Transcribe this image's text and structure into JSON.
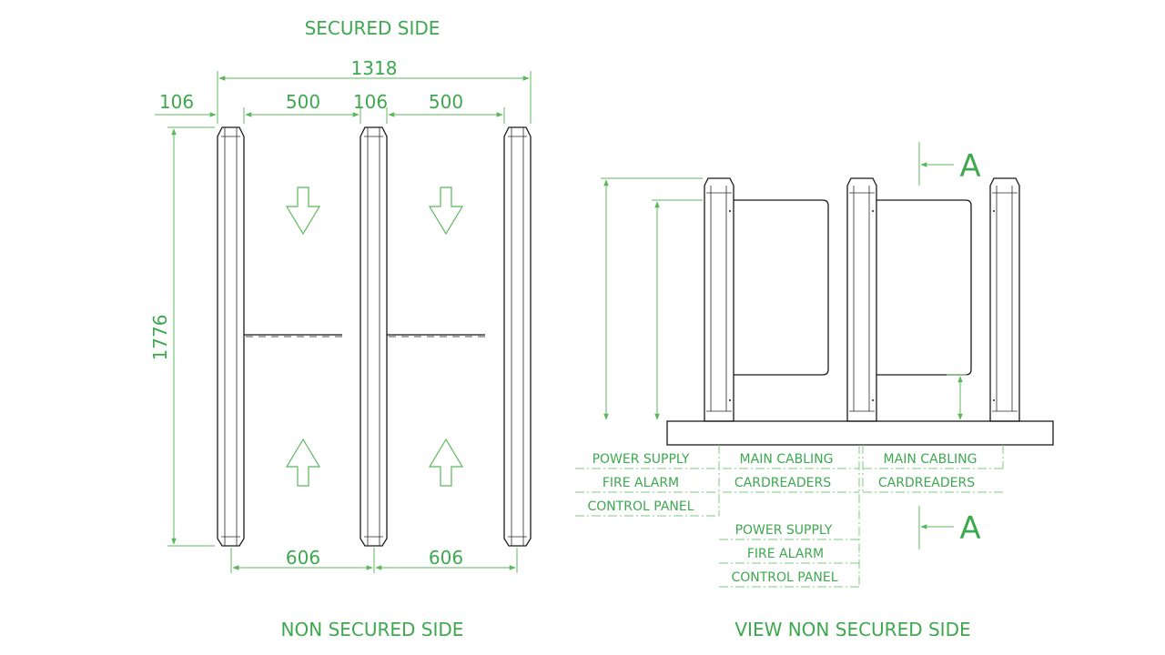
{
  "titles": {
    "secured_side": "SECURED SIDE",
    "non_secured_side": "NON SECURED SIDE",
    "view_non_secured_side": "VIEW NON SECURED SIDE"
  },
  "dimensions": {
    "overall_width": "1318",
    "post_width_left": "106",
    "passage_left": "500",
    "post_width_center": "106",
    "passage_right": "500",
    "height": "1776",
    "pitch_left": "606",
    "pitch_right": "606"
  },
  "section_marks": {
    "top": "A",
    "bottom": "A"
  },
  "cabling": {
    "left_group": [
      "POWER SUPPLY",
      "FIRE ALARM",
      "CONTROL PANEL"
    ],
    "middle_group": [
      "MAIN CABLING",
      "CARDREADERS"
    ],
    "right_group": [
      "MAIN CABLING",
      "CARDREADERS"
    ],
    "bottom_group": [
      "POWER SUPPLY",
      "FIRE ALARM",
      "CONTROL PANEL"
    ]
  },
  "colors": {
    "dimension": "#5cb85c",
    "text": "#3ea84f",
    "outline": "#1a1a1a"
  }
}
